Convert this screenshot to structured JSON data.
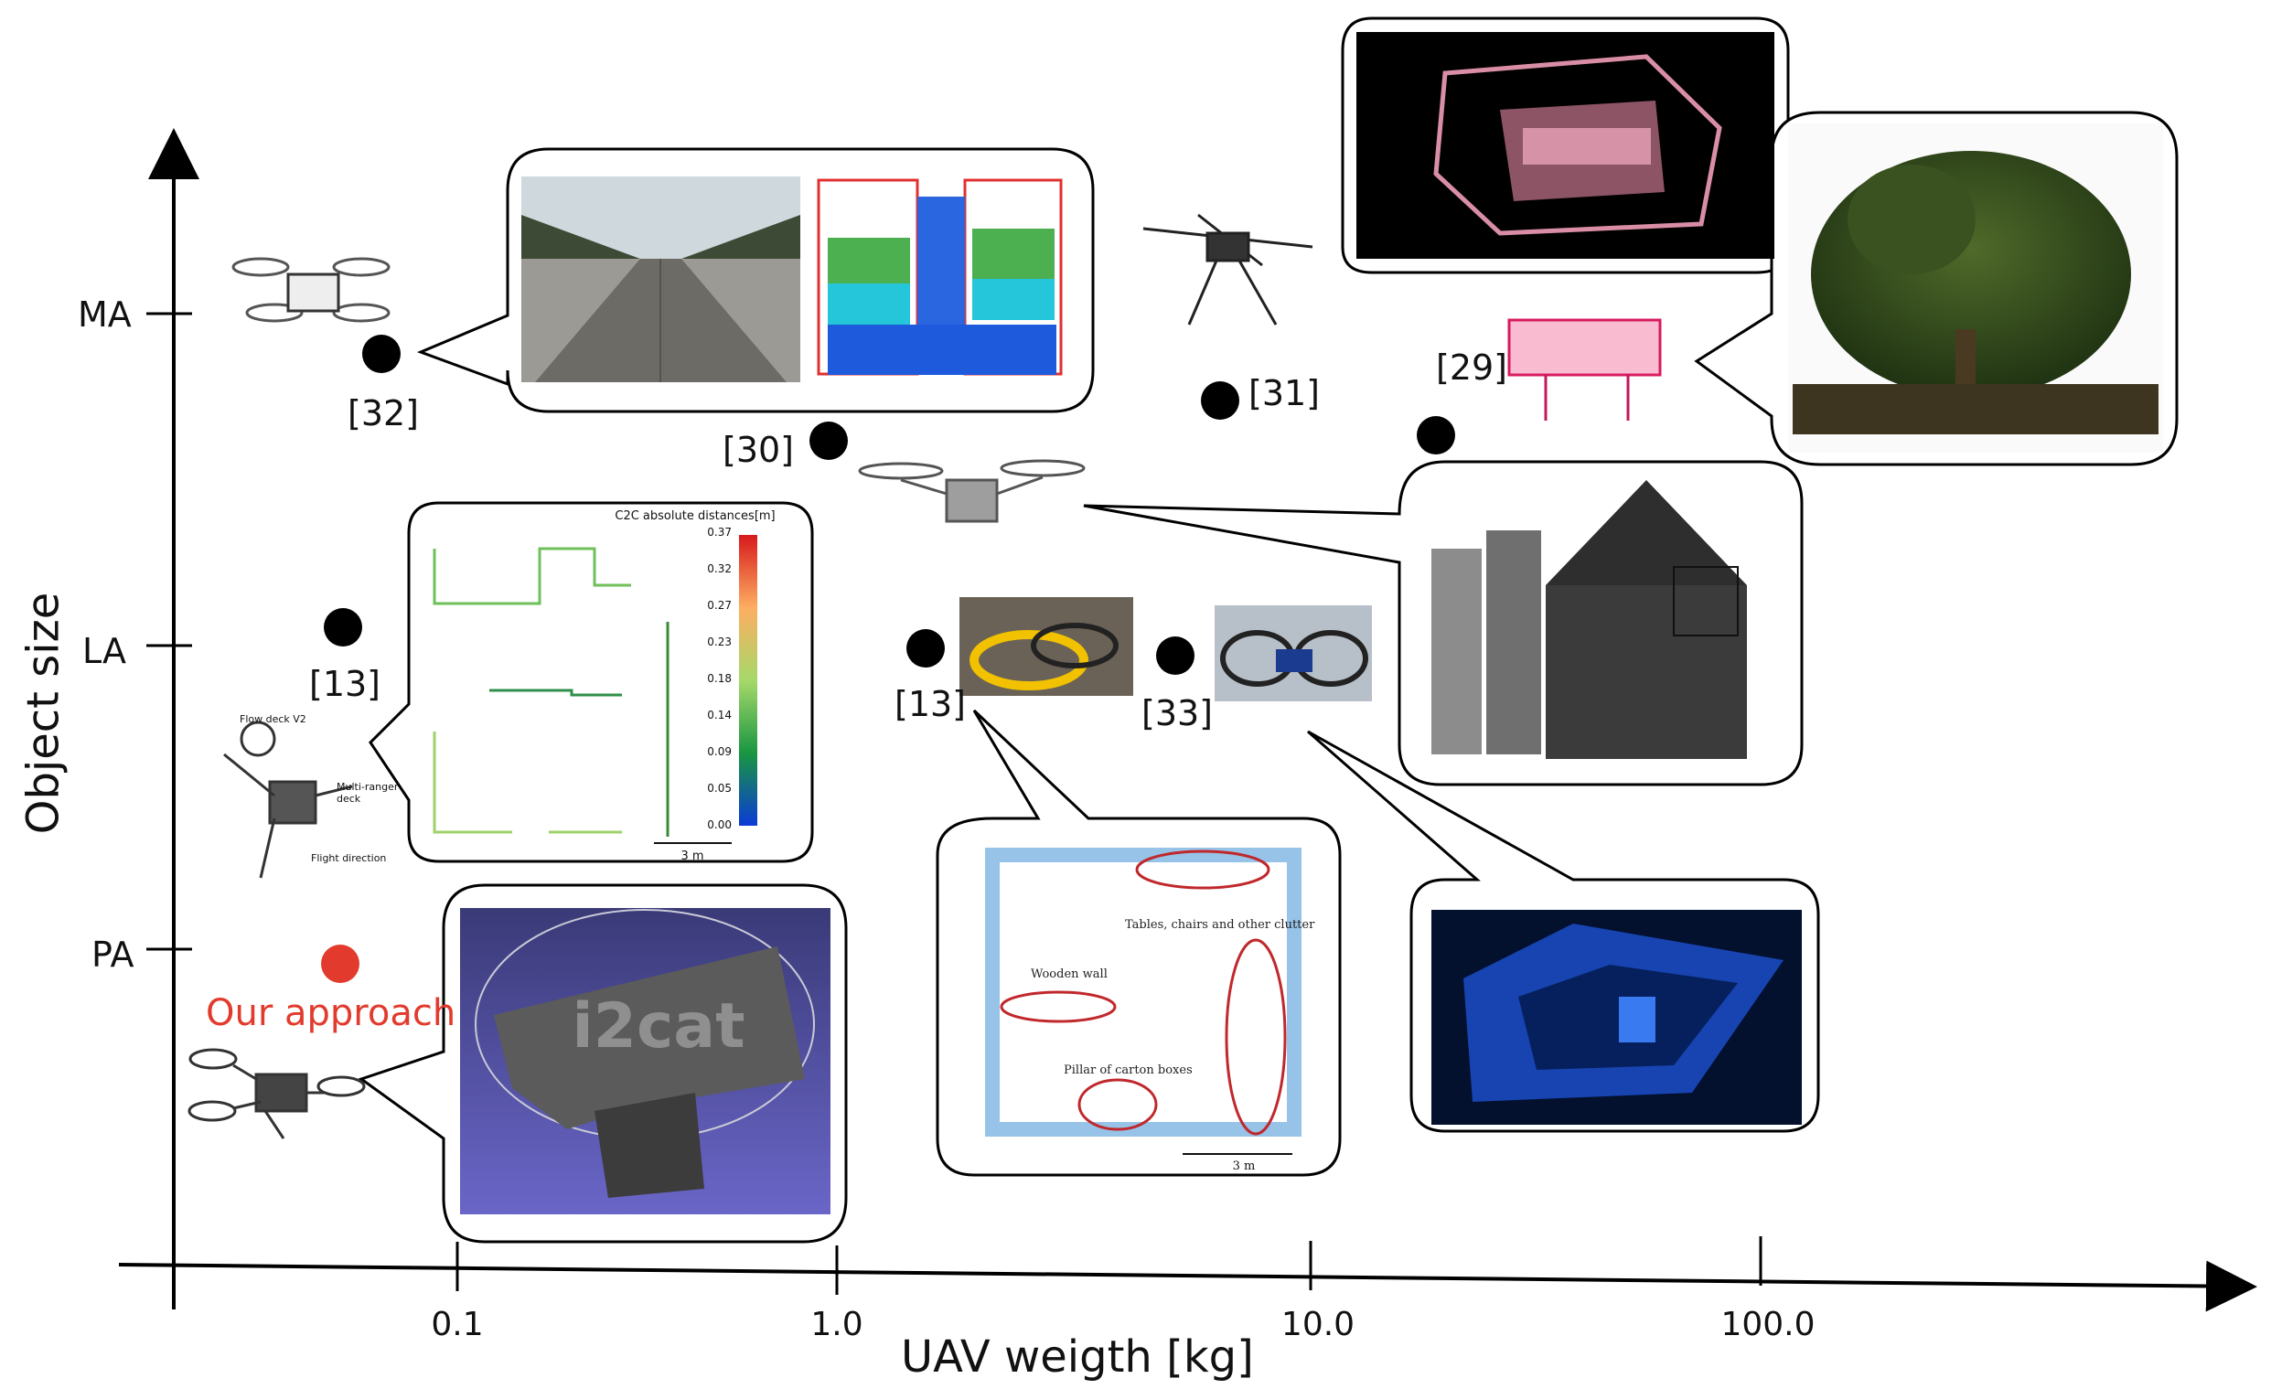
{
  "axes": {
    "x_title": "UAV weigth [kg]",
    "y_title": "Object size",
    "x_ticks": [
      "0.1",
      "1.0",
      "10.0",
      "100.0"
    ],
    "y_ticks": [
      "MA",
      "LA",
      "PA"
    ]
  },
  "references": [
    {
      "label": "[32]",
      "color": "#000000"
    },
    {
      "label": "[30]",
      "color": "#000000"
    },
    {
      "label": "[31]",
      "color": "#000000"
    },
    {
      "label": "[29]",
      "color": "#000000"
    },
    {
      "label": "[13]",
      "color": "#000000"
    },
    {
      "label": "[13]",
      "color": "#000000"
    },
    {
      "label": "[33]",
      "color": "#000000"
    }
  ],
  "our_approach": {
    "label": "Our approach",
    "color": "#e23b2e"
  },
  "insets": {
    "c2c": {
      "title": "C2C absolute distances[m]",
      "scale_values": [
        "0.37",
        "0.32",
        "0.27",
        "0.23",
        "0.18",
        "0.14",
        "0.09",
        "0.05",
        "0.00"
      ],
      "scale_bar": "3 m"
    },
    "drone_13_labels": [
      "Flow deck V2",
      "Multi-ranger deck",
      "Flight direction"
    ],
    "map_13": {
      "annotations": [
        "Tables, chairs and other clutter",
        "Wooden wall",
        "Pillar of carton boxes"
      ],
      "scale_bar": "3 m"
    },
    "i2cat_text": "i2cat"
  }
}
